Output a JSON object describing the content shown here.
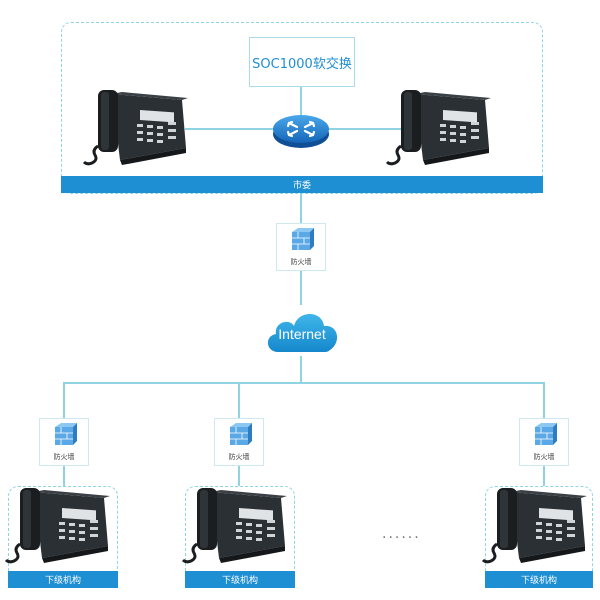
{
  "top_group": {
    "switch_label": "SOC1000软交换",
    "band_label": "市委"
  },
  "firewall_label": "防火墙",
  "internet_label": "Internet",
  "branches": [
    {
      "firewall_label": "防火墙",
      "band_label": "下级机构"
    },
    {
      "firewall_label": "防火墙",
      "band_label": "下级机构"
    },
    {
      "firewall_label": "防火墙",
      "band_label": "下级机构"
    }
  ],
  "ellipsis": "......",
  "colors": {
    "accent": "#1e8fd3",
    "dashed": "#8fd4e2",
    "phone": "#1f2326"
  }
}
